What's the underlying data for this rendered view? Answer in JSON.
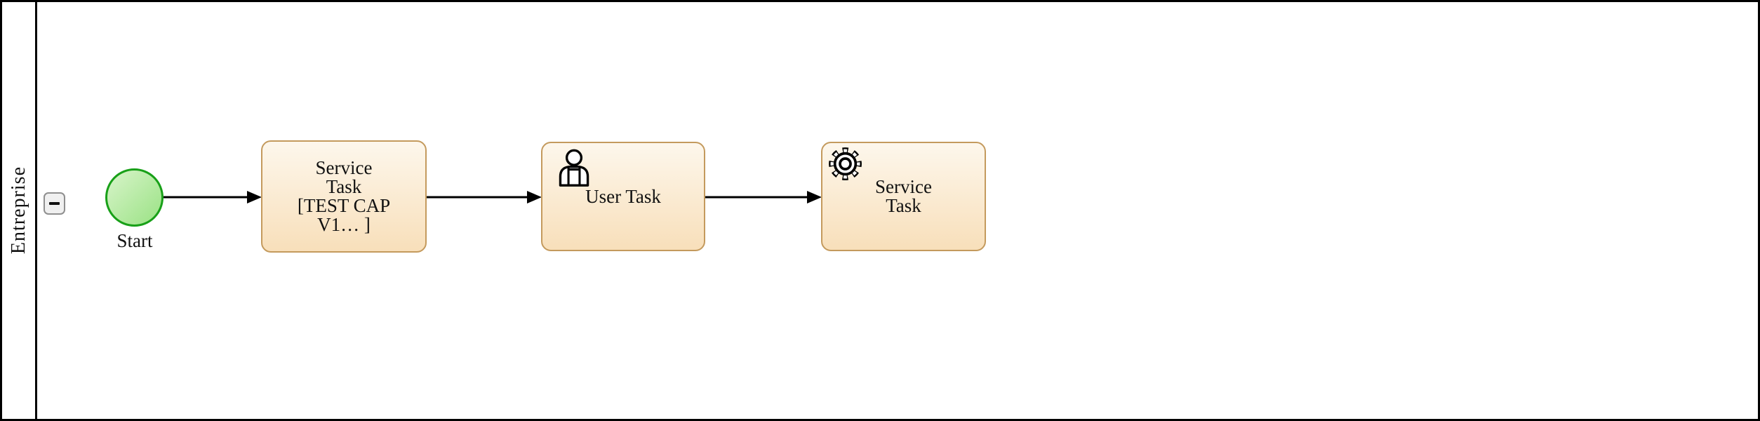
{
  "pool": {
    "lane_label": "Entreprise",
    "collapse_icon": "minus-icon"
  },
  "process": {
    "start_event": {
      "label": "Start"
    },
    "tasks": [
      {
        "name": "service-task-1",
        "icon": "none",
        "lines": [
          "Service",
          "Task",
          "[TEST CAP",
          "V1… ]"
        ]
      },
      {
        "name": "user-task",
        "icon": "user-icon",
        "lines": [
          "User Task"
        ]
      },
      {
        "name": "service-task-2",
        "icon": "gear-icon",
        "lines": [
          "Service",
          "Task"
        ]
      }
    ],
    "flow_count": 3
  },
  "colors": {
    "task_border": "#c49a5d",
    "task_fill_top": "#fdf7ec",
    "task_fill_bottom": "#f8dfba",
    "event_border": "#18a018",
    "event_fill_top": "#d8f4ca",
    "event_fill_bottom": "#9ae284",
    "line_color": "#000000"
  }
}
